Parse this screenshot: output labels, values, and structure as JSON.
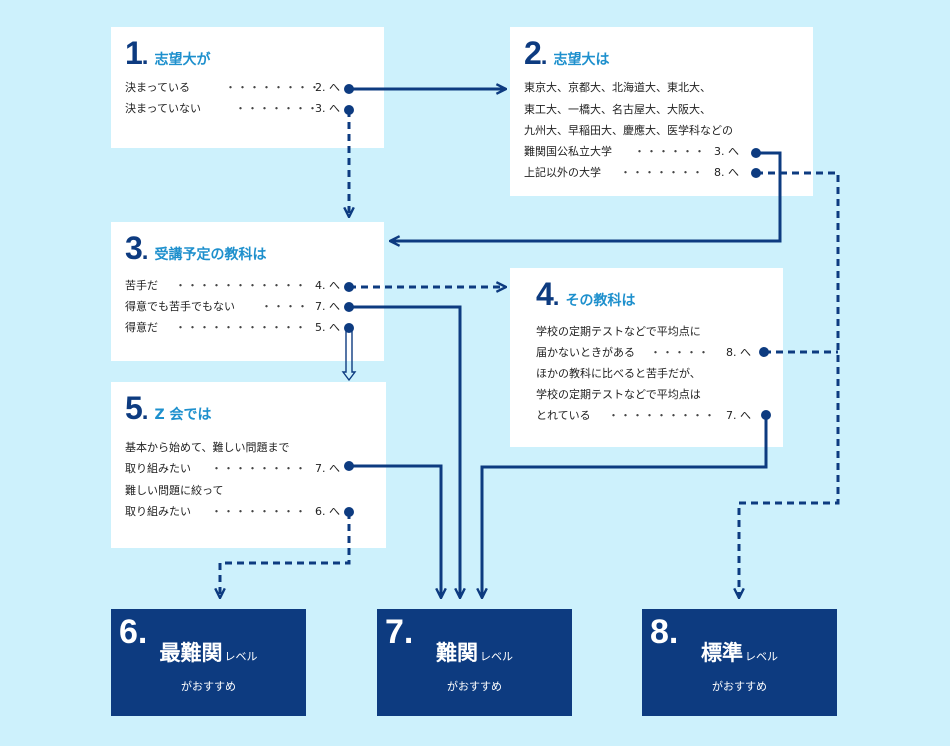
{
  "colors": {
    "background": "#cdf1fc",
    "navy": "#0d3b80",
    "title_blue": "#1e90cd",
    "box": "#ffffff"
  },
  "q1": {
    "num": "1",
    "dot": ".",
    "title": "志望大が",
    "rows": [
      {
        "option": "決まっている",
        "dots": "・・・・・・・・",
        "next": "2. へ"
      },
      {
        "option": "決まっていない",
        "dots": "・・・・・・・",
        "next": "3. へ"
      }
    ]
  },
  "q2": {
    "num": "2",
    "dot": ".",
    "title": "志望大は",
    "lines": [
      "東京大、京都大、北海道大、東北大、",
      "東工大、一橋大、名古屋大、大阪大、",
      "九州大、早稲田大、慶應大、医学科などの"
    ],
    "rows": [
      {
        "option": "難関国公私立大学",
        "dots": "・・・・・・",
        "next": "3. へ"
      },
      {
        "option": "上記以外の大学",
        "dots": "・・・・・・・",
        "next": "8. へ"
      }
    ]
  },
  "q3": {
    "num": "3",
    "dot": ".",
    "title": "受講予定の教科は",
    "rows": [
      {
        "option": "苦手だ",
        "dots": "・・・・・・・・・・・",
        "next": "4. へ"
      },
      {
        "option": "得意でも苦手でもない",
        "dots": "・・・・",
        "next": "7. へ"
      },
      {
        "option": "得意だ",
        "dots": "・・・・・・・・・・・",
        "next": "5. へ"
      }
    ]
  },
  "q4": {
    "num": "4",
    "dot": ".",
    "title": "その教科は",
    "lines_a": [
      "学校の定期テストなどで平均点に"
    ],
    "row_a": {
      "option": "届かないときがある",
      "dots": "・・・・・",
      "next": "8. へ"
    },
    "lines_b": [
      "ほかの教科に比べると苦手だが、",
      "学校の定期テストなどで平均点は"
    ],
    "row_b": {
      "option": "とれている",
      "dots": "・・・・・・・・・",
      "next": "7. へ"
    }
  },
  "q5": {
    "num": "5",
    "dot": ".",
    "title": "Z 会では",
    "lines_a": [
      "基本から始めて、難しい問題まで"
    ],
    "row_a": {
      "option": "取り組みたい",
      "dots": "・・・・・・・・",
      "next": "7. へ"
    },
    "lines_b": [
      "難しい問題に絞って"
    ],
    "row_b": {
      "option": "取り組みたい",
      "dots": "・・・・・・・・",
      "next": "6. へ"
    }
  },
  "results": [
    {
      "num": "6.",
      "name": "最難関",
      "level": "レベル",
      "sub": "がおすすめ"
    },
    {
      "num": "7.",
      "name": "難関",
      "level": "レベル",
      "sub": "がおすすめ"
    },
    {
      "num": "8.",
      "name": "標準",
      "level": "レベル",
      "sub": "がおすすめ"
    }
  ]
}
